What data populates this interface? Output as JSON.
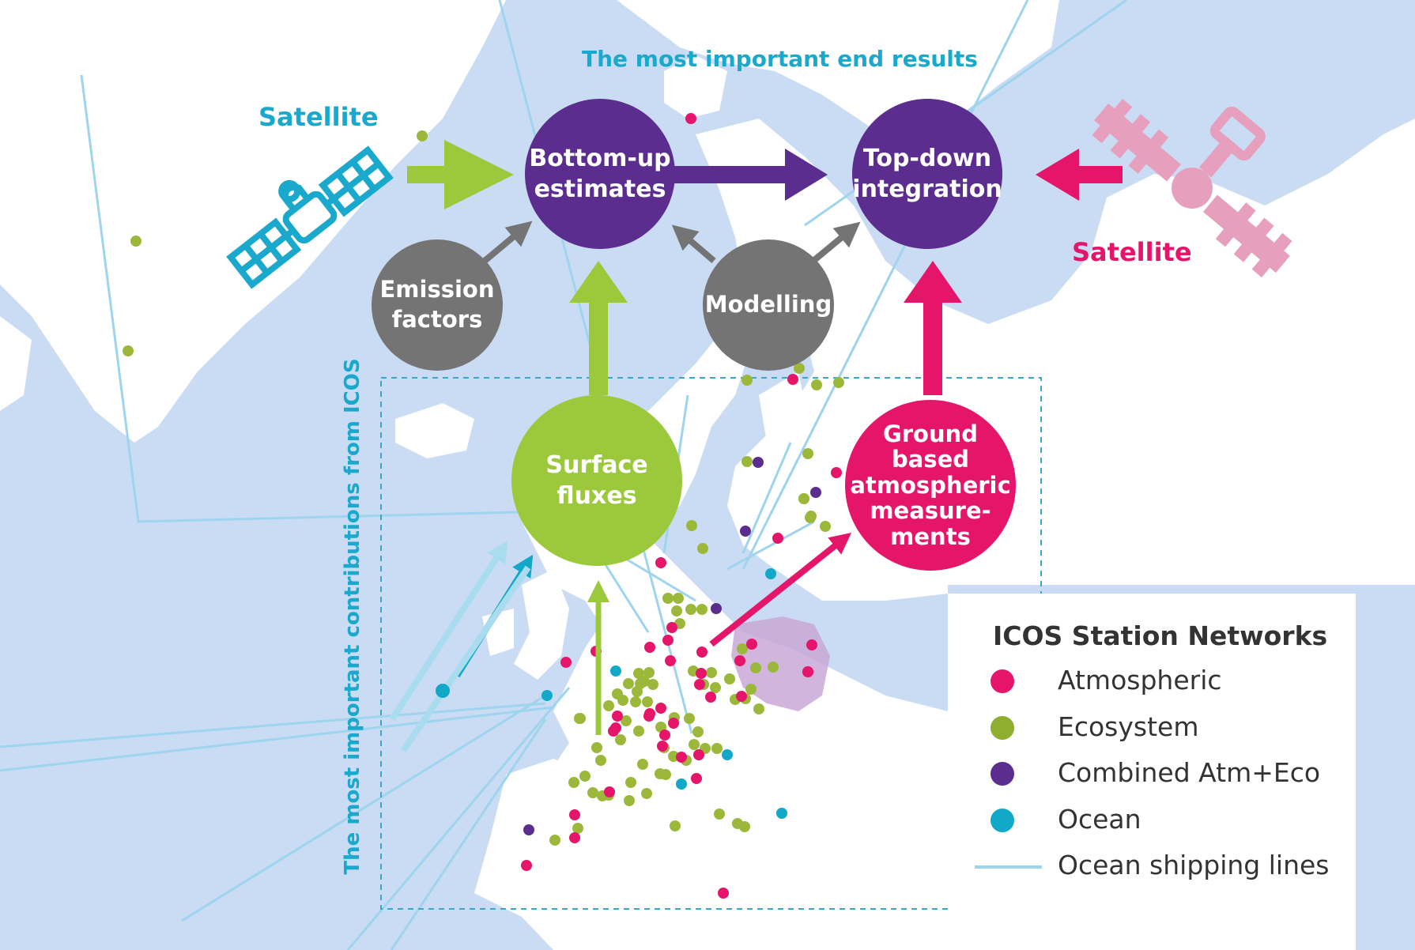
{
  "header": {
    "title": "The most important end results"
  },
  "side_label": "The most important contributions from ICOS",
  "satellite_left": {
    "label": "Satellite",
    "color": "#1aa9cc"
  },
  "satellite_right": {
    "label": "Satellite",
    "color": "#e5156a"
  },
  "nodes": {
    "bottom_up": {
      "label": "Bottom-up\nestimates",
      "color": "#5b2d8e"
    },
    "top_down": {
      "label": "Top-down\nintegration",
      "color": "#5b2d8e"
    },
    "emission": {
      "label": "Emission\nfactors",
      "color": "#747474"
    },
    "modelling": {
      "label": "Modelling",
      "color": "#747474"
    },
    "surface": {
      "label": "Surface\nfluxes",
      "color": "#9cc93c"
    },
    "ground": {
      "label": "Ground\nbased\natmospheric\nmeasure-\nments",
      "color": "#e5156a"
    }
  },
  "legend": {
    "title": "ICOS Station Networks",
    "items": [
      {
        "label": "Atmospheric",
        "color": "#e5156a",
        "kind": "dot"
      },
      {
        "label": "Ecosystem",
        "color": "#8fad2e",
        "kind": "dot"
      },
      {
        "label": "Combined Atm+Eco",
        "color": "#5b2d8e",
        "kind": "dot"
      },
      {
        "label": "Ocean",
        "color": "#12a8c8",
        "kind": "dot"
      },
      {
        "label": "Ocean shipping lines",
        "color": "#9fd4ef",
        "kind": "line"
      }
    ]
  },
  "colors": {
    "sea": "#c9dcf3",
    "land": "#ffffff",
    "poland": "#c9a8d6",
    "icos_box": "#3aa6c9"
  }
}
